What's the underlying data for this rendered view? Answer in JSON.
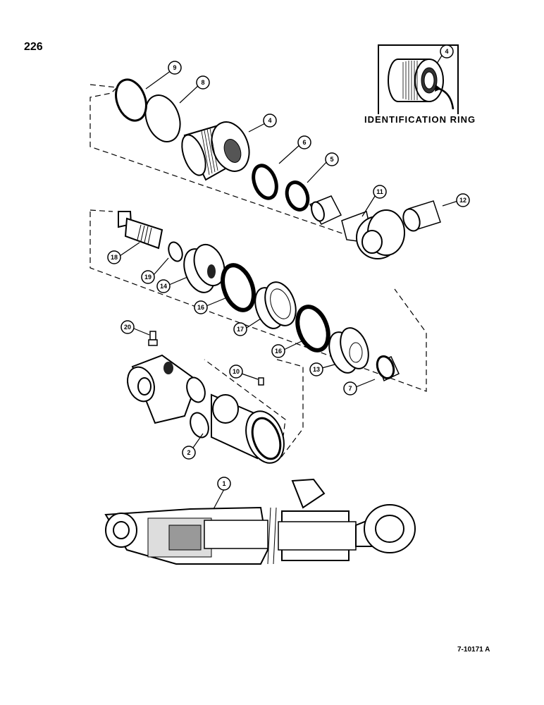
{
  "page_number": "226",
  "inset_label": "IDENTIFICATION RING",
  "figure_code": "7-10171 A",
  "callouts": [
    "9",
    "8",
    "4",
    "6",
    "5",
    "11",
    "12",
    "18",
    "19",
    "14",
    "16",
    "17",
    "16",
    "13",
    "7",
    "20",
    "10",
    "2",
    "1",
    "4"
  ]
}
